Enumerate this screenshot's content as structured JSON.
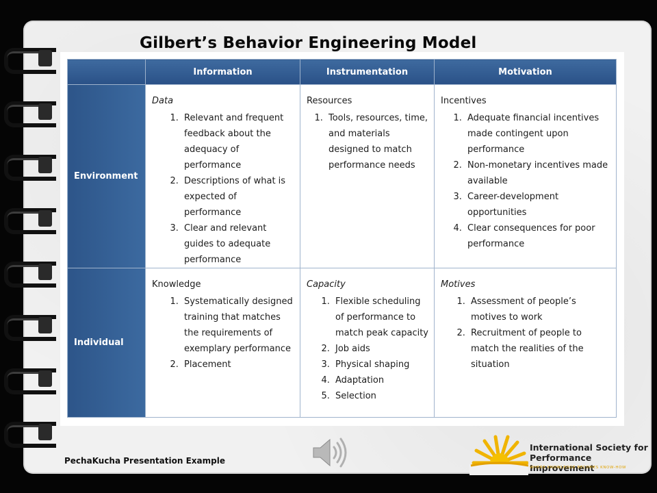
{
  "slide": {
    "title": "Gilbert’s Behavior Engineering Model",
    "footer": "PechaKucha Presentation Example"
  },
  "table": {
    "columns": [
      "Information",
      "Instrumentation",
      "Motivation"
    ],
    "rows": [
      {
        "label": "Environment",
        "cells": [
          {
            "title": "Data",
            "items": [
              "Relevant and frequent feedback about the adequacy of performance",
              "Descriptions of what is expected of performance",
              "Clear and relevant guides to adequate performance"
            ]
          },
          {
            "title": "Resources",
            "items": [
              "Tools, resources, time, and materials designed to match performance needs"
            ]
          },
          {
            "title": "Incentives",
            "items": [
              "Adequate financial incentives made contingent upon performance",
              "Non-monetary incentives made available",
              "Career-development opportunities",
              "Clear consequences for poor performance"
            ]
          }
        ]
      },
      {
        "label": "Individual",
        "cells": [
          {
            "title": "Knowledge",
            "items": [
              "Systematically designed training that matches the requirements of exemplary performance",
              "Placement"
            ]
          },
          {
            "title": "Capacity",
            "items": [
              "Flexible scheduling of performance to match peak capacity",
              "Job aids",
              "Physical shaping",
              "Adaptation",
              "Selection"
            ]
          },
          {
            "title": "Motives",
            "items": [
              "Assessment of people’s motives to work",
              "Recruitment of people to match the realities of the situation"
            ]
          }
        ]
      }
    ]
  },
  "logo": {
    "line1": "International Society for",
    "line2": "Performance Improvement",
    "tagline": "WHERE KNOWLEDGE BECOMES KNOW-HOW"
  },
  "icons": {
    "audio": "speaker-icon",
    "logo_mark": "sunburst-logo-icon",
    "binding": "binder-ring-icon"
  },
  "colors": {
    "header_blue": "#2a5187",
    "grid_line": "#9fb3cc",
    "logo_gold": "#f0b400",
    "page": "#f1f1f1"
  }
}
